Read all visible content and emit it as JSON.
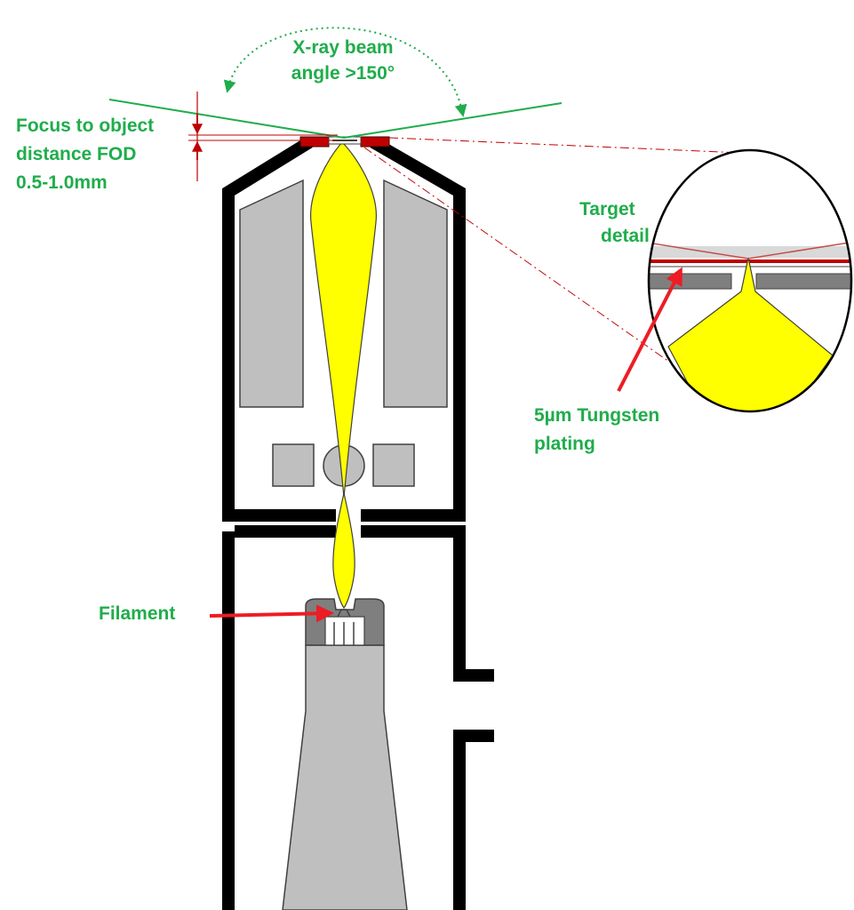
{
  "labels": {
    "beam_angle_1": "X-ray beam",
    "beam_angle_2": "angle >150°",
    "fod_1": "Focus to object",
    "fod_2": "distance FOD",
    "fod_3": "0.5-1.0mm",
    "target_1": "Target",
    "target_2": "detail",
    "tungsten_1": "5µm Tungsten",
    "tungsten_2": "plating",
    "filament": "Filament"
  },
  "colors": {
    "label_green": "#1fad4b",
    "beam_yellow": "#ffff00",
    "red_arrow": "#ee1c24",
    "target_red": "#c00000",
    "housing_black": "#000000",
    "component_gray": "#bfbfbf",
    "dark_gray": "#7f7f7f",
    "ray_green": "#1fad4b",
    "detail_ray": "#c0504d"
  },
  "icons": {
    "filament_pointer": "red-arrow",
    "tungsten_pointer": "red-arrow",
    "beam_angle_indicator": "double-headed-dotted-arc"
  }
}
